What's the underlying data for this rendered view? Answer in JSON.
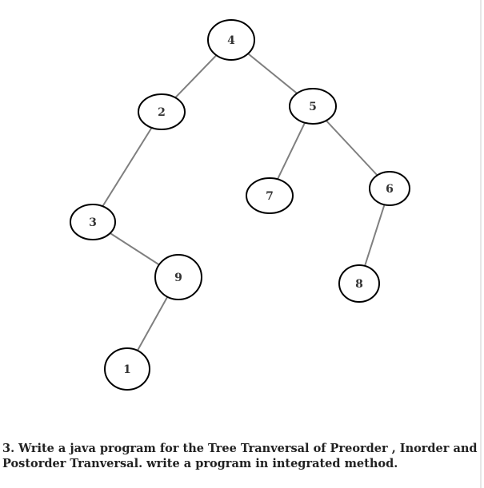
{
  "tree": {
    "nodes": [
      {
        "id": "n4",
        "label": "4"
      },
      {
        "id": "n2",
        "label": "2"
      },
      {
        "id": "n5",
        "label": "5"
      },
      {
        "id": "n7",
        "label": "7"
      },
      {
        "id": "n6",
        "label": "6"
      },
      {
        "id": "n3",
        "label": "3"
      },
      {
        "id": "n9",
        "label": "9"
      },
      {
        "id": "n8",
        "label": "8"
      },
      {
        "id": "n1",
        "label": "1"
      }
    ],
    "edges": [
      {
        "from": "n4",
        "to": "n2"
      },
      {
        "from": "n4",
        "to": "n5"
      },
      {
        "from": "n5",
        "to": "n7"
      },
      {
        "from": "n5",
        "to": "n6"
      },
      {
        "from": "n2",
        "to": "n3"
      },
      {
        "from": "n3",
        "to": "n9"
      },
      {
        "from": "n6",
        "to": "n8"
      },
      {
        "from": "n9",
        "to": "n1"
      }
    ]
  },
  "question": {
    "line1": " 3.  Write a java program for the Tree Tranversal of Preorder , Inorder and",
    "line2": "Postorder  Tranversal. write a program in integrated method."
  }
}
